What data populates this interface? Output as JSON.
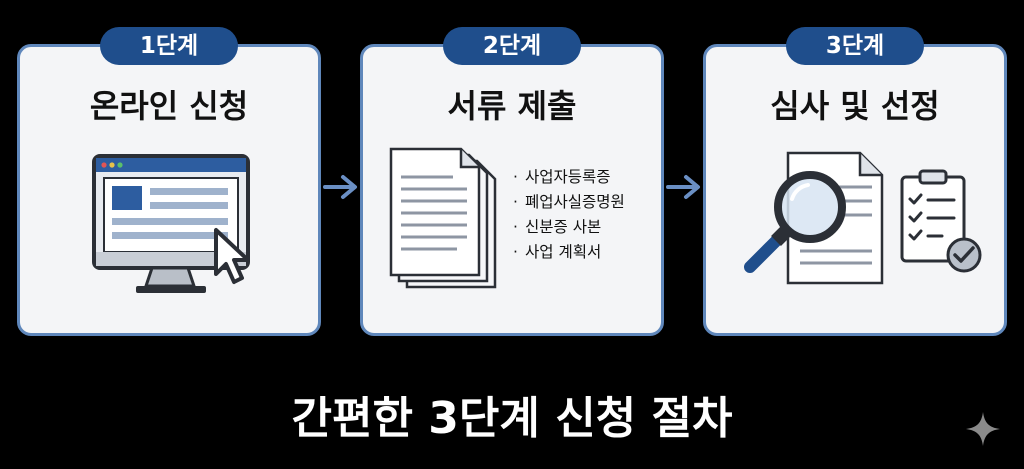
{
  "steps": [
    {
      "badge": "1단계",
      "title": "온라인 신청"
    },
    {
      "badge": "2단계",
      "title": "서류 제출",
      "documents": [
        "사업자등록증",
        "폐업사실증명원",
        "신분증 사본",
        "사업 계획서"
      ]
    },
    {
      "badge": "3단계",
      "title": "심사 및 선정"
    }
  ],
  "footer_title": "간편한 3단계 신청 절차",
  "icons": {
    "step1": "computer-monitor-cursor-icon",
    "step2": "document-stack-icon",
    "step3": "magnifier-clipboard-check-icon",
    "arrows": "arrow-right-icon",
    "corner": "sparkle-icon"
  },
  "colors": {
    "badge": "#1f4e8c",
    "card_border": "#5f87bb",
    "card_bg": "#f4f5f7",
    "background": "#000000"
  }
}
